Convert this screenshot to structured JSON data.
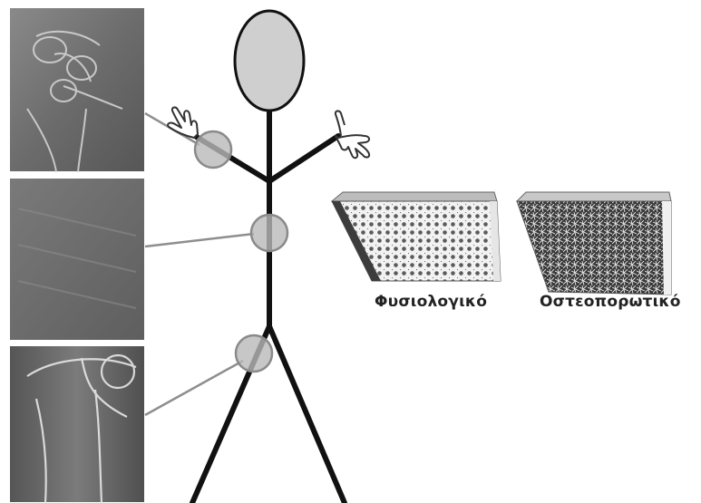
{
  "labels": {
    "normal_bone": "Φυσιολογικό",
    "osteoporotic_bone": "Οστεοπορωτικό"
  },
  "colors": {
    "figure_stroke": "#111111",
    "head_fill": "#cfcfcf",
    "marker_fill": "#b9b9b9",
    "marker_stroke": "#8a8a8a",
    "connector": "#8e8e8e",
    "xray_bg": "#6f6f6f"
  },
  "panels": [
    {
      "id": "wrist",
      "icon": "wrist-xray-image"
    },
    {
      "id": "spine",
      "icon": "spine-xray-image"
    },
    {
      "id": "hip",
      "icon": "hip-xray-image"
    }
  ],
  "bone_samples": [
    {
      "id": "normal",
      "icon": "dense-trabecular-bone-image"
    },
    {
      "id": "osteoporotic",
      "icon": "sparse-trabecular-bone-image"
    }
  ]
}
